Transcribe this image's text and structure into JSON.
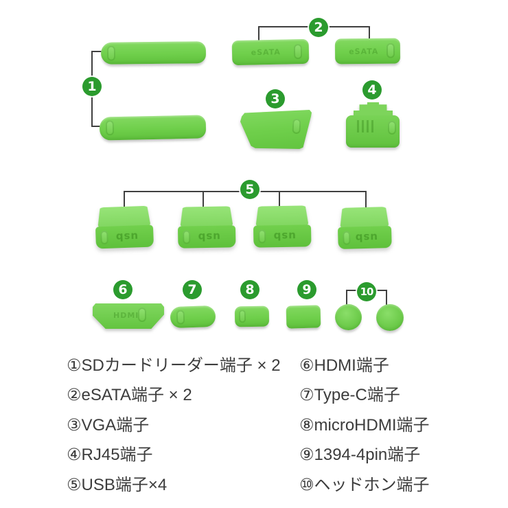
{
  "colors": {
    "background": "#ffffff",
    "plug_green": "#6fcf4b",
    "plug_green_light": "#8bdd6b",
    "plug_green_dark": "#5ec03b",
    "badge_green": "#2b9b2e",
    "badge_text": "#ffffff",
    "connector_line": "#3f3f3f",
    "legend_text": "#3c3c3c"
  },
  "badges": [
    "1",
    "2",
    "3",
    "4",
    "5",
    "6",
    "7",
    "8",
    "9",
    "10"
  ],
  "embossing": {
    "usb": "usb",
    "esata": "eSATA",
    "hdmi": "HDMI"
  },
  "legend": {
    "left": [
      "①SDカードリーダー端子 × 2",
      "②eSATA端子 × 2",
      "③VGA端子",
      "④RJ45端子",
      "⑤USB端子×4"
    ],
    "right": [
      "⑥HDMI端子",
      "⑦Type-C端子",
      "⑧microHDMI端子",
      "⑨1394-4pin端子",
      "⑩ヘッドホン端子"
    ]
  }
}
